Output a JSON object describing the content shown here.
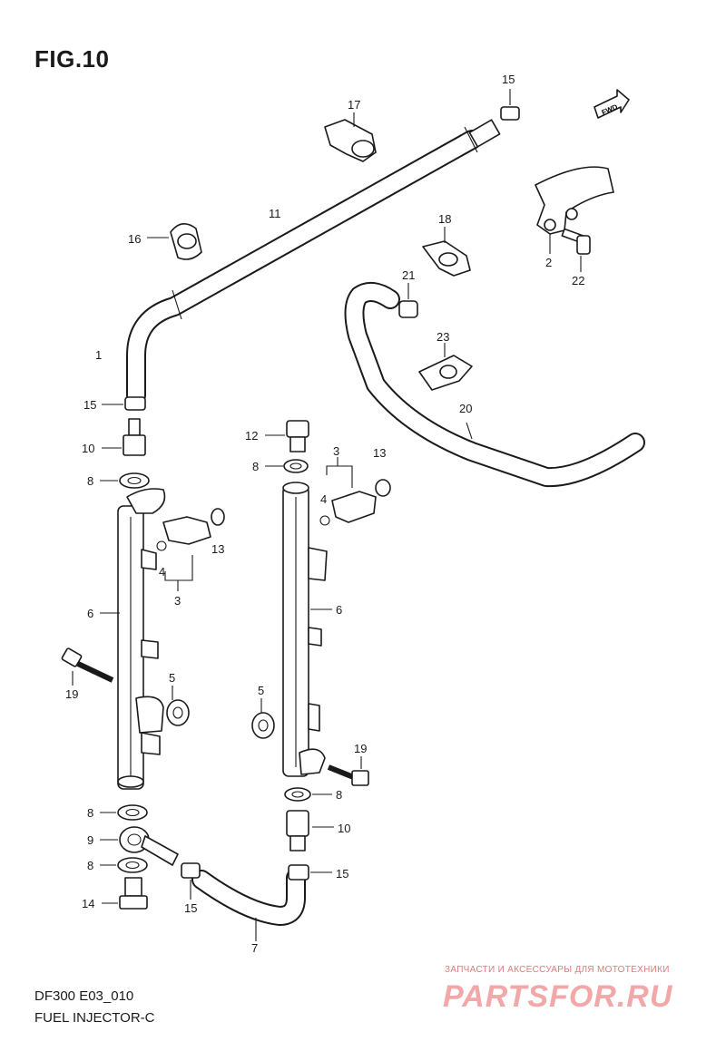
{
  "figure": {
    "title": "FIG.10",
    "code": "DF300 E03_010",
    "name": "FUEL INJECTOR-C",
    "fwd_label": "FWD"
  },
  "watermark": {
    "tagline": "ЗАПЧАСТИ И АКСЕССУАРЫ ДЛЯ МОТОТЕХНИКИ",
    "logo": "PARTSFOR.RU"
  },
  "callouts": [
    {
      "id": "c-15-top",
      "text": "15"
    },
    {
      "id": "c-17",
      "text": "17"
    },
    {
      "id": "c-11",
      "text": "11"
    },
    {
      "id": "c-16",
      "text": "16"
    },
    {
      "id": "c-18",
      "text": "18"
    },
    {
      "id": "c-2",
      "text": "2"
    },
    {
      "id": "c-22",
      "text": "22"
    },
    {
      "id": "c-21",
      "text": "21"
    },
    {
      "id": "c-1",
      "text": "1"
    },
    {
      "id": "c-23",
      "text": "23"
    },
    {
      "id": "c-15-l",
      "text": "15"
    },
    {
      "id": "c-20",
      "text": "20"
    },
    {
      "id": "c-12",
      "text": "12"
    },
    {
      "id": "c-3-r",
      "text": "3"
    },
    {
      "id": "c-13-r",
      "text": "13"
    },
    {
      "id": "c-10-l",
      "text": "10"
    },
    {
      "id": "c-8-r",
      "text": "8"
    },
    {
      "id": "c-4-r",
      "text": "4"
    },
    {
      "id": "c-8-l",
      "text": "8"
    },
    {
      "id": "c-13-l",
      "text": "13"
    },
    {
      "id": "c-4-l",
      "text": "4"
    },
    {
      "id": "c-3-l",
      "text": "3"
    },
    {
      "id": "c-6-l",
      "text": "6"
    },
    {
      "id": "c-6-r",
      "text": "6"
    },
    {
      "id": "c-19-l",
      "text": "19"
    },
    {
      "id": "c-5-l",
      "text": "5"
    },
    {
      "id": "c-5-r",
      "text": "5"
    },
    {
      "id": "c-19-r",
      "text": "19"
    },
    {
      "id": "c-8-bl",
      "text": "8"
    },
    {
      "id": "c-8-br",
      "text": "8"
    },
    {
      "id": "c-9",
      "text": "9"
    },
    {
      "id": "c-10-r",
      "text": "10"
    },
    {
      "id": "c-8-bl2",
      "text": "8"
    },
    {
      "id": "c-15-br",
      "text": "15"
    },
    {
      "id": "c-14",
      "text": "14"
    },
    {
      "id": "c-15-bl",
      "text": "15"
    },
    {
      "id": "c-7",
      "text": "7"
    }
  ]
}
